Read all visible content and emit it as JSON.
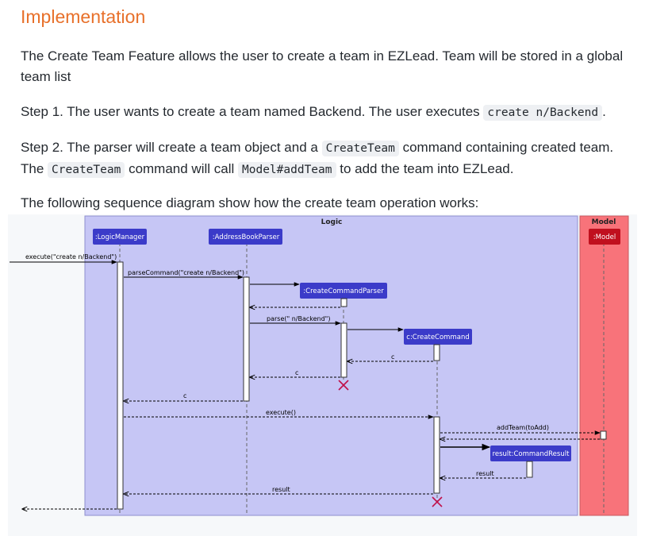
{
  "heading": "Implementation",
  "para1": "The Create Team Feature allows the user to create a team in EZLead. Team will be stored in a global team list",
  "para2": {
    "text": "Step 1. The user wants to create a team named Backend. The user executes ",
    "code": "create n/Backend",
    "end": "."
  },
  "para3": {
    "text1": "Step 2. The parser will create a team object and a ",
    "code1": "CreateTeam",
    "text2": " command containing created team. The ",
    "code2": "CreateTeam",
    "text3": " command will call ",
    "code3": "Model#addTeam",
    "text4": " to add the team into EZLead."
  },
  "para4": "The following sequence diagram show how the create team operation works:",
  "diagram": {
    "logic_title": "Logic",
    "model_title": "Model",
    "lifelines": {
      "logic_manager": ":LogicManager",
      "address_book_parser": ":AddressBookParser",
      "create_command_parser": ":CreateCommandParser",
      "create_command": "c:CreateCommand",
      "model": ":Model",
      "command_result": "result:CommandResult"
    },
    "messages": {
      "execute_call": "execute(\"create n/Backend\")",
      "parse_command": "parseCommand(\"create n/Backend\")",
      "parse": "parse(\" n/Backend\")",
      "return_c1": "c",
      "return_c2": "c",
      "return_c3": "c",
      "execute": "execute()",
      "add_team": "addTeam(toAdd)",
      "result_return1": "result",
      "result_return2": "result"
    },
    "colors": {
      "logic_bg": "#c6c6f5",
      "model_bg": "#f8737a",
      "participant": "#3b3bc9",
      "model_participant": "#c0101e",
      "destroy": "#c0104a"
    }
  }
}
